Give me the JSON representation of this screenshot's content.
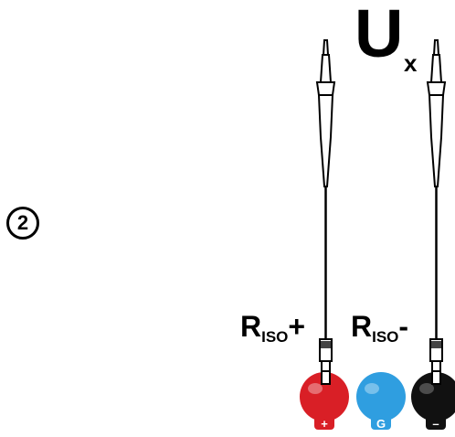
{
  "step": {
    "number": "2"
  },
  "measure": {
    "symbol": "U",
    "subscript": "x"
  },
  "leads": {
    "plus": {
      "main": "R",
      "sub": "ISO",
      "sign": "+"
    },
    "minus": {
      "main": "R",
      "sub": "ISO",
      "sign": "-"
    }
  },
  "terminals": [
    {
      "label": "+",
      "color": "#d91f26"
    },
    {
      "label": "G",
      "color": "#2f9ee0"
    },
    {
      "label": "–",
      "color": "#111111"
    }
  ]
}
